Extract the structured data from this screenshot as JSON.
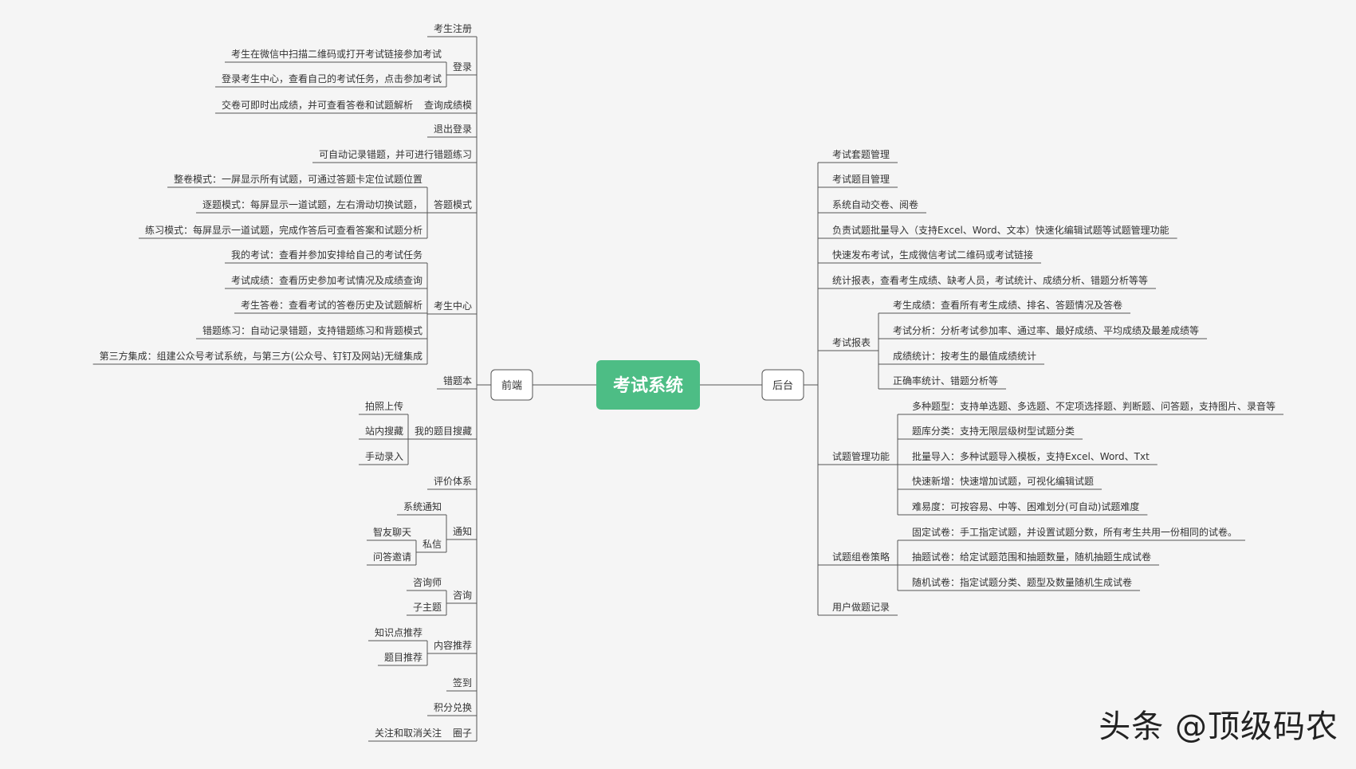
{
  "root": "考试系统",
  "left_branch": {
    "label": "前端",
    "children": [
      {
        "label": "考生注册"
      },
      {
        "label": "登录",
        "children": [
          {
            "label": "考生在微信中扫描二维码或打开考试链接参加考试"
          },
          {
            "label": "登录考生中心，查看自己的考试任务，点击参加考试"
          }
        ]
      },
      {
        "label": "查询成绩模",
        "children": [
          {
            "label": "交卷可即时出成绩，并可查看答卷和试题解析"
          }
        ]
      },
      {
        "label": "退出登录"
      },
      {
        "label": "可自动记录错题，并可进行错题练习"
      },
      {
        "label": "答题模式",
        "children": [
          {
            "label": "整卷模式：一屏显示所有试题，可通过答题卡定位试题位置"
          },
          {
            "label": "逐题模式：每屏显示一道试题，左右滑动切换试题，"
          },
          {
            "label": "练习模式：每屏显示一道试题，完成作答后可查看答案和试题分析"
          }
        ]
      },
      {
        "label": "考生中心",
        "children": [
          {
            "label": "我的考试：查看并参加安排给自己的考试任务"
          },
          {
            "label": "考试成绩：查看历史参加考试情况及成绩查询"
          },
          {
            "label": "考生答卷：查看考试的答卷历史及试题解析"
          },
          {
            "label": "错题练习：自动记录错题，支持错题练习和背题模式"
          },
          {
            "label": "第三方集成：组建公众号考试系统，与第三方(公众号、钉钉及网站)无缝集成"
          }
        ]
      },
      {
        "label": "错题本"
      },
      {
        "label": "我的题目搜藏",
        "children": [
          {
            "label": "拍照上传"
          },
          {
            "label": "站内搜藏"
          },
          {
            "label": "手动录入"
          }
        ]
      },
      {
        "label": "评价体系"
      },
      {
        "label": "通知",
        "children": [
          {
            "label": "系统通知"
          },
          {
            "label": "私信",
            "children": [
              {
                "label": "智友聊天"
              },
              {
                "label": "问答邀请"
              }
            ]
          }
        ]
      },
      {
        "label": "咨询",
        "children": [
          {
            "label": "咨询师"
          },
          {
            "label": "子主题"
          }
        ]
      },
      {
        "label": "内容推荐",
        "children": [
          {
            "label": "知识点推荐"
          },
          {
            "label": "题目推荐"
          }
        ]
      },
      {
        "label": "签到"
      },
      {
        "label": "积分兑换"
      },
      {
        "label": "圈子",
        "children": [
          {
            "label": "关注和取消关注"
          }
        ]
      }
    ]
  },
  "right_branch": {
    "label": "后台",
    "children": [
      {
        "label": "考试套题管理"
      },
      {
        "label": "考试题目管理"
      },
      {
        "label": "系统自动交卷、阅卷"
      },
      {
        "label": "负责试题批量导入（支持Excel、Word、文本）快速化编辑试题等试题管理功能"
      },
      {
        "label": "快速发布考试，生成微信考试二维码或考试链接"
      },
      {
        "label": "统计报表，查看考生成绩、缺考人员，考试统计、成绩分析、错题分析等等"
      },
      {
        "label": "考试报表",
        "children": [
          {
            "label": "考生成绩：查看所有考生成绩、排名、答题情况及答卷"
          },
          {
            "label": "考试分析：分析考试参加率、通过率、最好成绩、平均成绩及最差成绩等"
          },
          {
            "label": "成绩统计：按考生的最值成绩统计"
          },
          {
            "label": "正确率统计、错题分析等"
          }
        ]
      },
      {
        "label": "试题管理功能",
        "children": [
          {
            "label": "多种题型：支持单选题、多选题、不定项选择题、判断题、问答题，支持图片、录音等"
          },
          {
            "label": "题库分类：支持无限层级树型试题分类"
          },
          {
            "label": "批量导入：多种试题导入模板，支持Excel、Word、Txt"
          },
          {
            "label": "快速新增：快速增加试题，可视化编辑试题"
          },
          {
            "label": "难易度：可按容易、中等、困难划分(可自动)试题难度"
          }
        ]
      },
      {
        "label": "试题组卷策略",
        "children": [
          {
            "label": "固定试卷：手工指定试题，并设置试题分数，所有考生共用一份相同的试卷。"
          },
          {
            "label": "抽题试卷：给定试题范围和抽题数量，随机抽题生成试卷"
          },
          {
            "label": "随机试卷：指定试题分类、题型及数量随机生成试卷"
          }
        ]
      },
      {
        "label": "用户做题记录"
      }
    ]
  },
  "watermark": "头条 @顶级码农",
  "colors": {
    "root_fill": "#4dbd85",
    "line": "#555555",
    "background": "#f5f5f5"
  }
}
